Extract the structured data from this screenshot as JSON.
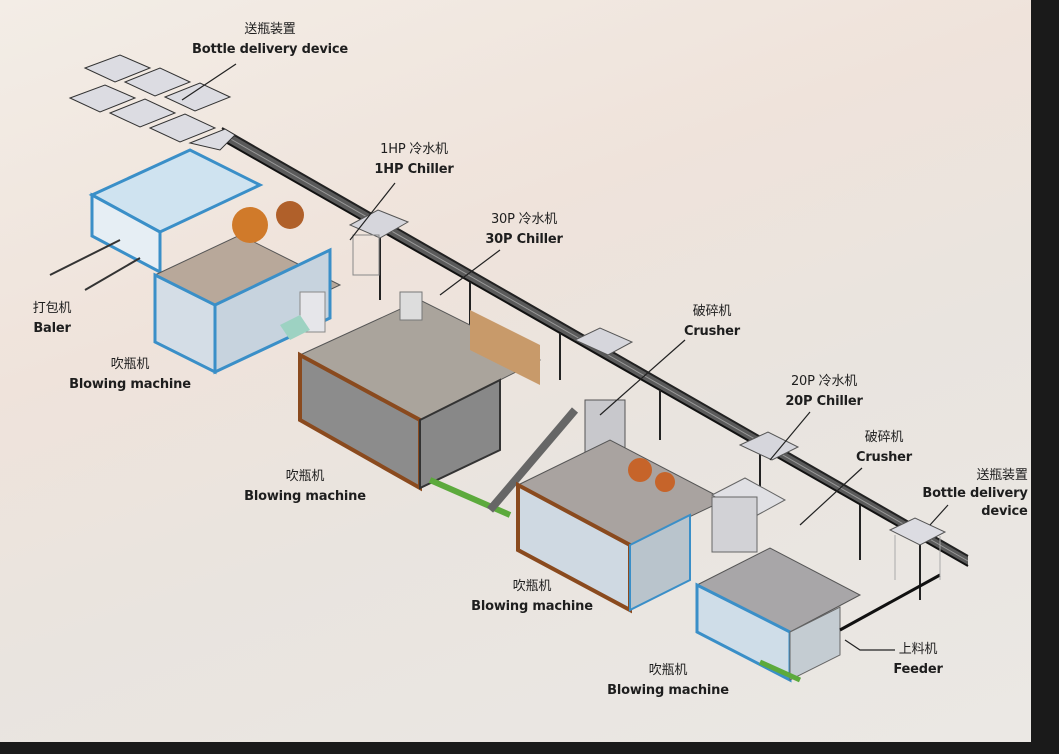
{
  "title": "Bottle blowing production line layout",
  "labels": {
    "bottle_delivery_top": {
      "zh": "送瓶装置",
      "en": "Bottle delivery device"
    },
    "chiller_1hp": {
      "zh": "1HP 冷水机",
      "en": "1HP Chiller"
    },
    "chiller_30p": {
      "zh": "30P 冷水机",
      "en": "30P Chiller"
    },
    "crusher_1": {
      "zh": "破碎机",
      "en": "Crusher"
    },
    "chiller_20p": {
      "zh": "20P 冷水机",
      "en": "20P Chiller"
    },
    "crusher_2": {
      "zh": "破碎机",
      "en": "Crusher"
    },
    "bottle_delivery_right": {
      "zh": "送瓶装置",
      "en": "Bottle delivery",
      "en2": "device"
    },
    "baler": {
      "zh": "打包机",
      "en": "Baler"
    },
    "blowing_1": {
      "zh": "吹瓶机",
      "en": "Blowing machine"
    },
    "blowing_2": {
      "zh": "吹瓶机",
      "en": "Blowing machine"
    },
    "blowing_3": {
      "zh": "吹瓶机",
      "en": "Blowing machine"
    },
    "blowing_4": {
      "zh": "吹瓶机",
      "en": "Blowing machine"
    },
    "feeder": {
      "zh": "上料机",
      "en": "Feeder"
    }
  },
  "colors": {
    "frame_blue": "#3a8fc8",
    "frame_brown": "#8a4a1e",
    "conveyor": "#2b2b2b",
    "panel": "#d8d8de"
  }
}
